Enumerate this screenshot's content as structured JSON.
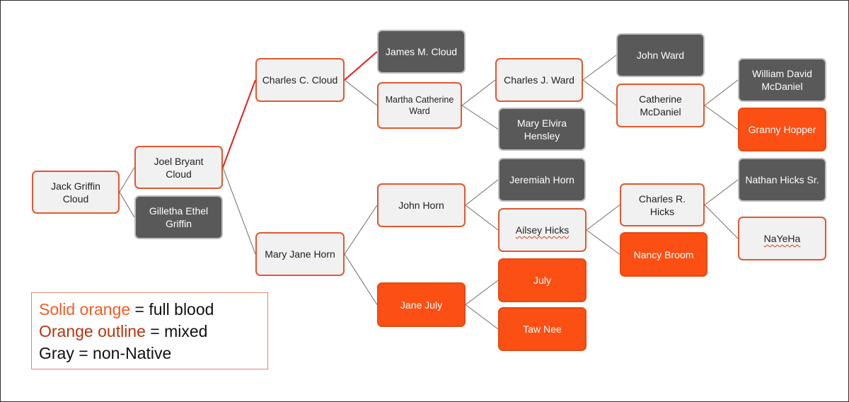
{
  "nodes": {
    "jack_griffin_cloud": "Jack Griffin Cloud",
    "joel_bryant_cloud": "Joel Bryant Cloud",
    "gilletha_ethel_griffin": "Gilletha Ethel Griffin",
    "charles_c_cloud": "Charles C. Cloud",
    "mary_jane_horn": "Mary Jane Horn",
    "james_m_cloud": "James M. Cloud",
    "martha_catherine_ward": "Martha Catherine Ward",
    "charles_j_ward": "Charles J. Ward",
    "mary_elvira_hensley": "Mary Elvira Hensley",
    "john_ward": "John Ward",
    "catherine_mcdaniel": "Catherine McDaniel",
    "william_david_mcdaniel": "William David McDaniel",
    "granny_hopper": "Granny Hopper",
    "john_horn": "John Horn",
    "jane_july": "Jane July",
    "jeremiah_horn": "Jeremiah Horn",
    "ailsey_hicks": "Ailsey Hicks",
    "charles_r_hicks": "Charles R. Hicks",
    "nancy_broom": "Nancy Broom",
    "nathan_hicks_sr": "Nathan Hicks Sr.",
    "nayeha": "NaYeHa",
    "july": "July",
    "taw_nee": "Taw Nee"
  },
  "node_categories": {
    "jack_griffin_cloud": "mixed",
    "joel_bryant_cloud": "mixed",
    "gilletha_ethel_griffin": "non-native",
    "charles_c_cloud": "mixed",
    "mary_jane_horn": "mixed",
    "james_m_cloud": "non-native",
    "martha_catherine_ward": "mixed",
    "charles_j_ward": "mixed",
    "mary_elvira_hensley": "non-native",
    "john_ward": "non-native",
    "catherine_mcdaniel": "mixed",
    "william_david_mcdaniel": "non-native",
    "granny_hopper": "full blood",
    "john_horn": "mixed",
    "jane_july": "full blood",
    "jeremiah_horn": "non-native",
    "ailsey_hicks": "mixed",
    "charles_r_hicks": "mixed",
    "nancy_broom": "full blood",
    "nathan_hicks_sr": "non-native",
    "nayeha": "mixed",
    "july": "full blood",
    "taw_nee": "full blood"
  },
  "connections": [
    {
      "from": "jack_griffin_cloud",
      "to": "joel_bryant_cloud"
    },
    {
      "from": "jack_griffin_cloud",
      "to": "gilletha_ethel_griffin"
    },
    {
      "from": "joel_bryant_cloud",
      "to": "charles_c_cloud",
      "highlight": true
    },
    {
      "from": "joel_bryant_cloud",
      "to": "mary_jane_horn"
    },
    {
      "from": "charles_c_cloud",
      "to": "james_m_cloud",
      "highlight": true
    },
    {
      "from": "charles_c_cloud",
      "to": "martha_catherine_ward"
    },
    {
      "from": "martha_catherine_ward",
      "to": "charles_j_ward"
    },
    {
      "from": "martha_catherine_ward",
      "to": "mary_elvira_hensley"
    },
    {
      "from": "charles_j_ward",
      "to": "john_ward"
    },
    {
      "from": "charles_j_ward",
      "to": "catherine_mcdaniel"
    },
    {
      "from": "catherine_mcdaniel",
      "to": "william_david_mcdaniel"
    },
    {
      "from": "catherine_mcdaniel",
      "to": "granny_hopper"
    },
    {
      "from": "mary_jane_horn",
      "to": "john_horn"
    },
    {
      "from": "mary_jane_horn",
      "to": "jane_july"
    },
    {
      "from": "john_horn",
      "to": "jeremiah_horn"
    },
    {
      "from": "john_horn",
      "to": "ailsey_hicks"
    },
    {
      "from": "ailsey_hicks",
      "to": "charles_r_hicks"
    },
    {
      "from": "ailsey_hicks",
      "to": "nancy_broom"
    },
    {
      "from": "charles_r_hicks",
      "to": "nathan_hicks_sr"
    },
    {
      "from": "charles_r_hicks",
      "to": "nayeha"
    },
    {
      "from": "jane_july",
      "to": "july"
    },
    {
      "from": "jane_july",
      "to": "taw_nee"
    }
  ],
  "legend": {
    "solid_key": "Solid orange",
    "solid_desc": " = full blood",
    "outline_key": "Orange outline",
    "outline_desc": " = mixed",
    "gray_line": "Gray = non-Native"
  },
  "colors": {
    "full_blood": "#fb4f14",
    "mixed_outline": "#e0592e",
    "non_native": "#595959",
    "connector": "#6b6b6b",
    "highlight_connector": "#e0201b"
  }
}
